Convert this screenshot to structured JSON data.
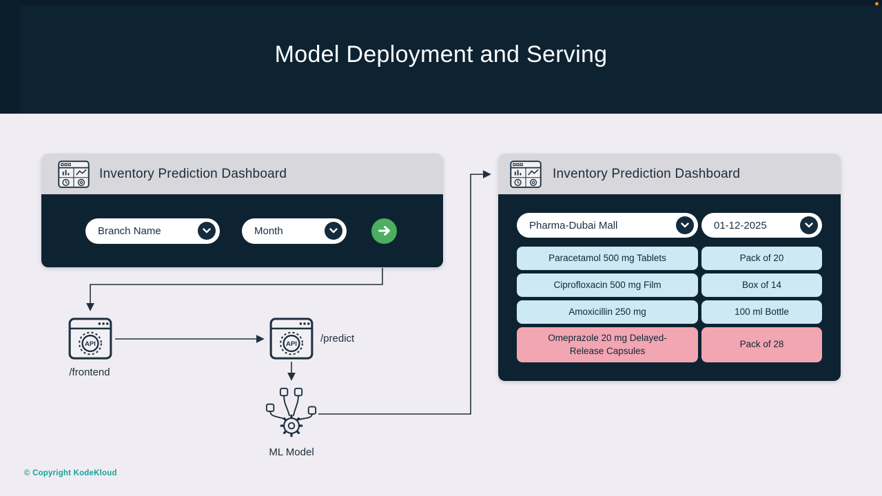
{
  "slide": {
    "title": "Model Deployment and Serving",
    "copyright": "© Copyright KodeKloud"
  },
  "left_dashboard": {
    "title": "Inventory Prediction Dashboard",
    "branch_placeholder": "Branch Name",
    "month_placeholder": "Month"
  },
  "right_dashboard": {
    "title": "Inventory Prediction Dashboard",
    "branch_value": "Pharma-Dubai Mall",
    "date_value": "01-12-2025",
    "rows": [
      {
        "name": "Paracetamol 500 mg Tablets",
        "qty": "Pack of 20"
      },
      {
        "name": "Ciprofloxacin 500 mg Film",
        "qty": "Box of 14"
      },
      {
        "name": "Amoxicillin 250 mg",
        "qty": "100 ml Bottle"
      },
      {
        "name": "Omeprazole 20 mg Delayed-Release Capsules",
        "qty": "Pack of 28"
      }
    ]
  },
  "diagram": {
    "frontend_label": "/frontend",
    "predict_label": "/predict",
    "ml_model_label": "ML Model"
  },
  "colors": {
    "header_bg": "#0d2332",
    "panel_bg": "#0e2332",
    "card_header_bg": "#d8d7db",
    "med_pill_bg": "#cde9f4",
    "alert_pill_bg": "#f2a6b2",
    "accent_green": "#4cae5f",
    "copyright_teal": "#16a29c",
    "body_bg": "#efedf3"
  }
}
